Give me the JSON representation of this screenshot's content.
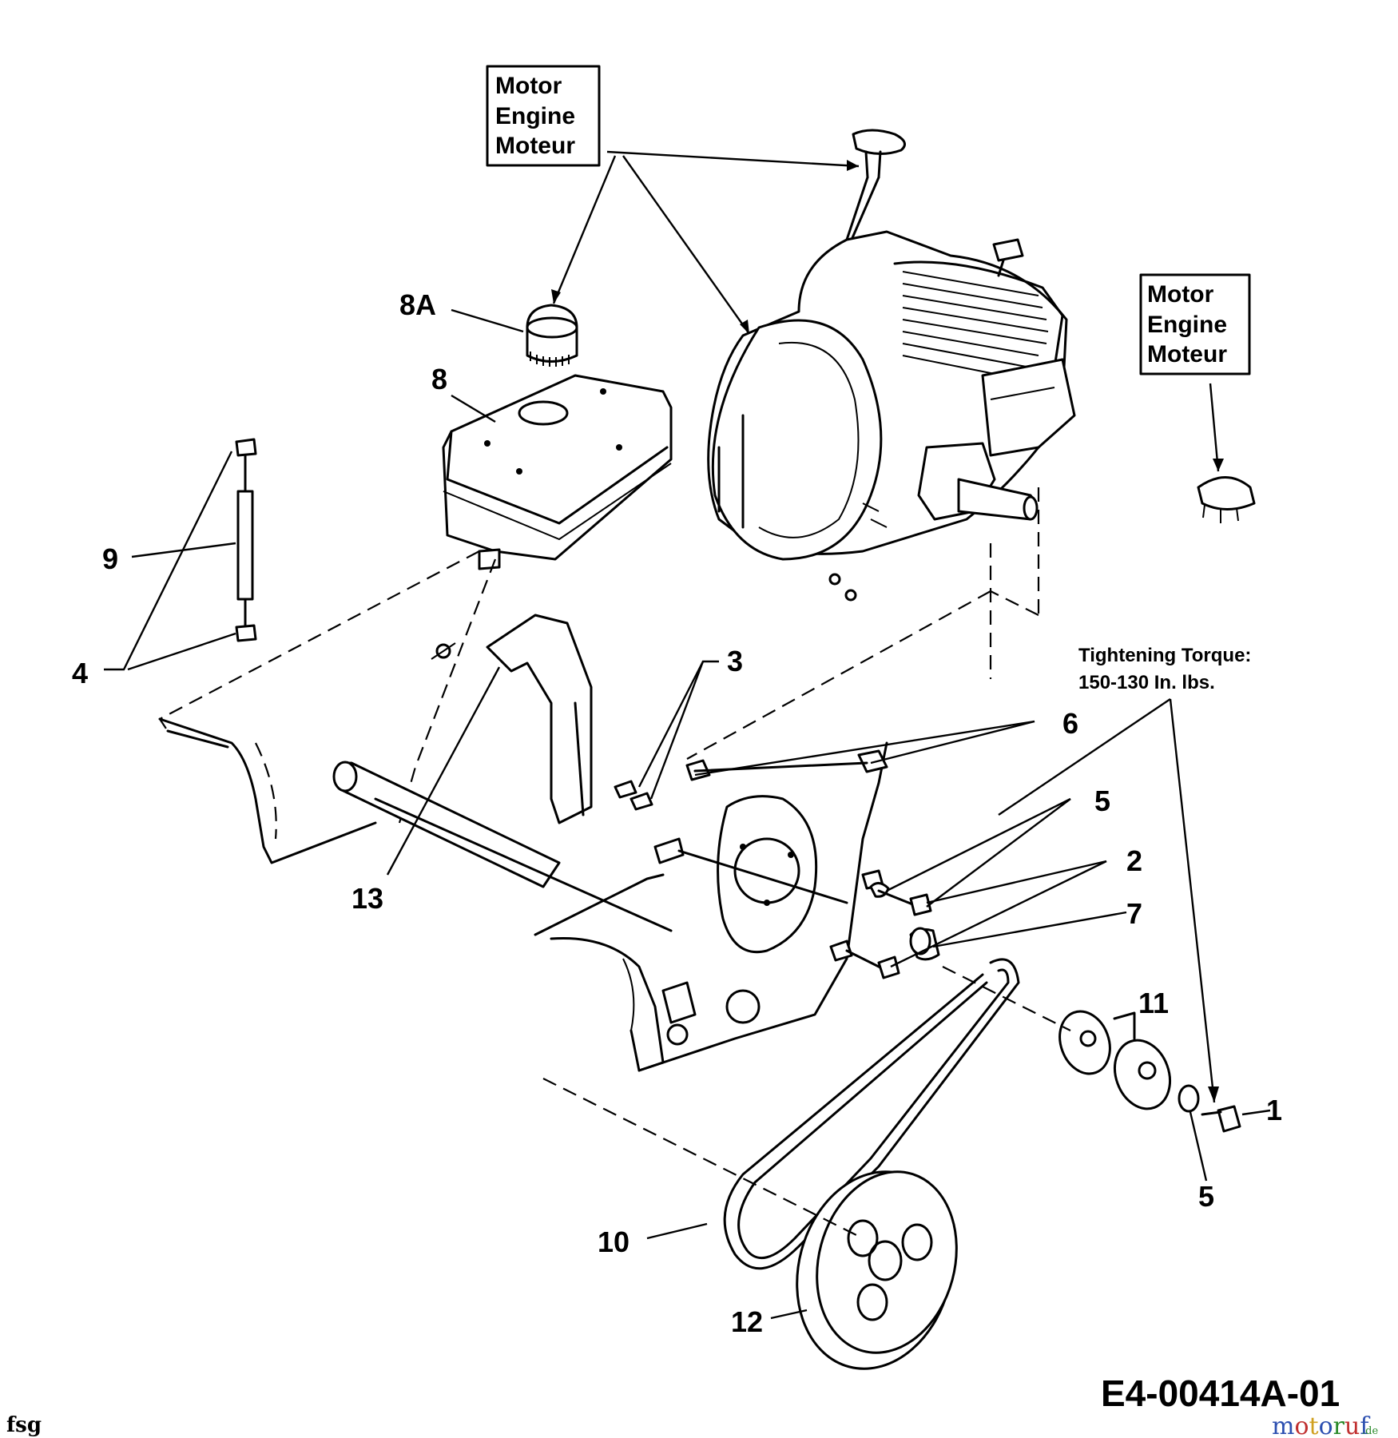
{
  "engine_boxes": [
    {
      "line1": "Motor",
      "line2": "Engine",
      "line3": "Moteur"
    },
    {
      "line1": "Motor",
      "line2": "Engine",
      "line3": "Moteur"
    }
  ],
  "torque": {
    "line1": "Tightening Torque:",
    "line2": "150-130 In. lbs."
  },
  "callouts": {
    "c1": "1",
    "c2": "2",
    "c3": "3",
    "c4": "4",
    "c5a": "5",
    "c5b": "5",
    "c6": "6",
    "c7": "7",
    "c8": "8",
    "c8a": "8A",
    "c9": "9",
    "c10": "10",
    "c11": "11",
    "c12": "12",
    "c13": "13"
  },
  "diagram_code": "E4-00414A-01",
  "footer_left": "fsg",
  "watermark": {
    "letters": [
      "m",
      "o",
      "t",
      "o",
      "r",
      "u",
      "f"
    ],
    "colors": [
      "#2c4fb0",
      "#c03030",
      "#d0a020",
      "#2c4fb0",
      "#2a8a2a",
      "#c03030",
      "#2c4fb0"
    ],
    "suffix": ".de"
  }
}
